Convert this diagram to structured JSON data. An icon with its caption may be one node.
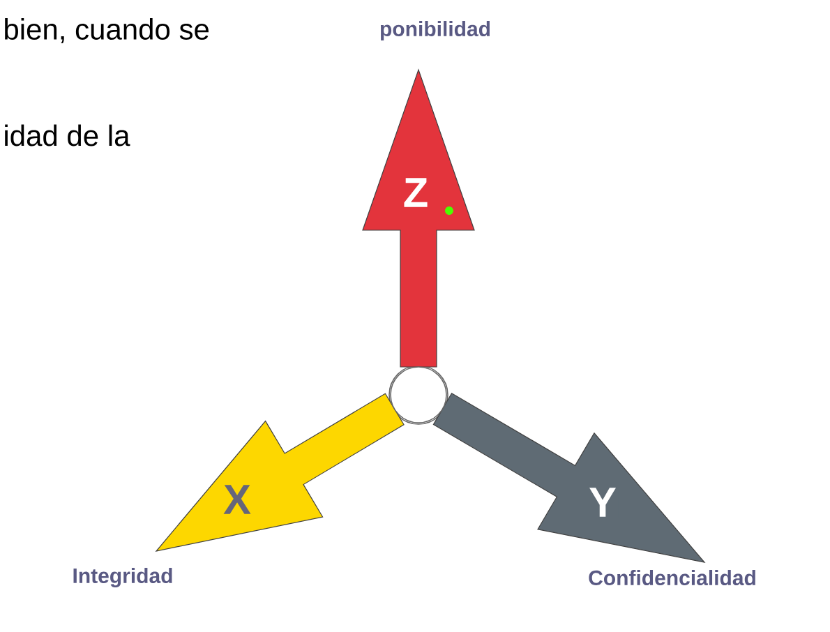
{
  "diagram": {
    "nodes": [
      {
        "text": [
          "ponibilidad"
        ]
      },
      {
        "text": [],
        "shape": "circle"
      },
      {
        "text": [
          "Integridad"
        ]
      },
      {
        "text": [
          "Confidencialidad"
        ]
      }
    ],
    "edges": [
      {
        "from": 1,
        "to": 0,
        "arrow": "to",
        "label": "Z",
        "style": "thick",
        "color": "#e3343c"
      },
      {
        "from": 1,
        "to": 2,
        "arrow": "to",
        "label": "X",
        "style": "thick",
        "color": "#fdd700"
      },
      {
        "from": 1,
        "to": 3,
        "arrow": "to",
        "label": "Y",
        "style": "thick",
        "color": "#5f6b74"
      }
    ],
    "labels": [
      "bien, cuando se",
      "idad de la"
    ]
  }
}
